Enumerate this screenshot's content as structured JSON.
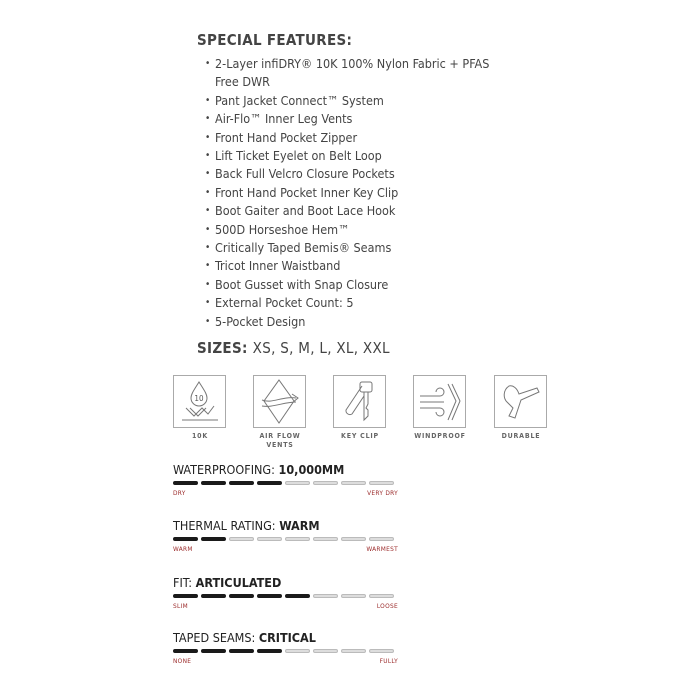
{
  "special_features": {
    "title": "SPECIAL FEATURES:",
    "items": [
      "2-Layer infiDRY® 10K 100% Nylon Fabric + PFAS Free DWR",
      "Pant Jacket Connect™ System",
      "Air-Flo™ Inner Leg Vents",
      "Front Hand Pocket Zipper",
      "Lift Ticket Eyelet on Belt Loop",
      "Back Full Velcro Closure Pockets",
      "Front Hand Pocket Inner Key Clip",
      "Boot Gaiter and Boot Lace Hook",
      "500D Horseshoe Hem™",
      "Critically Taped Bemis® Seams",
      "Tricot Inner Waistband",
      "Boot Gusset with Snap Closure",
      "External Pocket Count: 5",
      "5-Pocket Design"
    ]
  },
  "sizes": {
    "label": "SIZES:",
    "value": "XS, S, M, L, XL, XXL"
  },
  "icons": [
    {
      "icon": "waterproof-10k-icon",
      "label": "10K",
      "badge": "10"
    },
    {
      "icon": "air-flow-vents-icon",
      "label": "AIR FLOW VENTS"
    },
    {
      "icon": "key-clip-icon",
      "label": "KEY CLIP"
    },
    {
      "icon": "windproof-icon",
      "label": "WINDPROOF"
    },
    {
      "icon": "durable-hammer-icon",
      "label": "DURABLE"
    }
  ],
  "ratings": [
    {
      "label": "WATERPROOFING:",
      "value": "10,000MM",
      "filled": 4,
      "total": 8,
      "min": "DRY",
      "max": "VERY DRY"
    },
    {
      "label": "THERMAL RATING:",
      "value": "WARM",
      "filled": 2,
      "total": 8,
      "min": "WARM",
      "max": "WARMEST"
    },
    {
      "label": "FIT:",
      "value": "ARTICULATED",
      "filled": 5,
      "total": 8,
      "min": "SLIM",
      "max": "LOOSE"
    },
    {
      "label": "TAPED SEAMS:",
      "value": "CRITICAL",
      "filled": 4,
      "total": 8,
      "min": "NONE",
      "max": "FULLY"
    }
  ],
  "colors": {
    "scale_label": "#9b2a2a",
    "filled": "#1a1a1a",
    "empty": "#dddddd"
  }
}
